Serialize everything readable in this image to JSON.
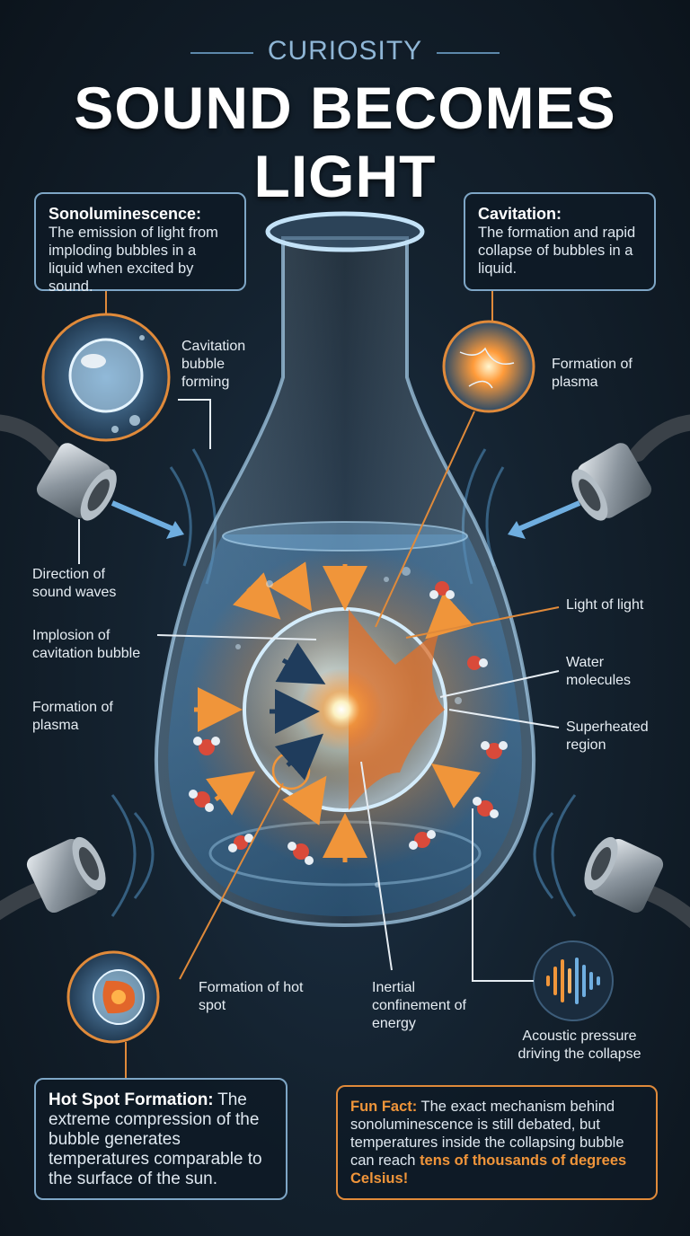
{
  "header": {
    "kicker": "CURIOSITY",
    "title": "SOUND BECOMES LIGHT"
  },
  "boxes": {
    "sonoluminescence": {
      "title": "Sonoluminescence:",
      "text": "The emission of light from imploding bubbles in a liquid when excited by sound."
    },
    "cavitation": {
      "title": "Cavitation:",
      "text": "The formation and rapid collapse of bubbles in a liquid."
    },
    "hot_spot": {
      "title": "Hot Spot Formation:",
      "text": "The extreme compression of the bubble generates temperatures comparable to the surface of the sun."
    },
    "fun_fact": {
      "title": "Fun Fact:",
      "text": "The exact mechanism behind sonoluminescence is still debated, but temperatures inside the collapsing bubble can reach",
      "highlight": "tens of thousands of degrees Celsius!"
    }
  },
  "labels": {
    "cavitation_bubble_forming": "Cavitation bubble forming",
    "formation_of_plasma_top": "Formation of plasma",
    "direction_of_sound_waves": "Direction of sound waves",
    "implosion_of_cavitation_bubble": "Implosion of cavitation bubble",
    "formation_of_plasma_left": "Formation of plasma",
    "light_of_light": "Light of light",
    "water_molecules": "Water molecules",
    "superheated_region": "Superheated region",
    "formation_of_hot_spot": "Formation of hot spot",
    "inertial_confinement": "Inertial confinement of energy",
    "acoustic_pressure": "Acoustic pressure driving the collapse"
  },
  "colors": {
    "accent_orange": "#f0953a",
    "accent_blue": "#7ea6c6",
    "background": "#14222f"
  }
}
